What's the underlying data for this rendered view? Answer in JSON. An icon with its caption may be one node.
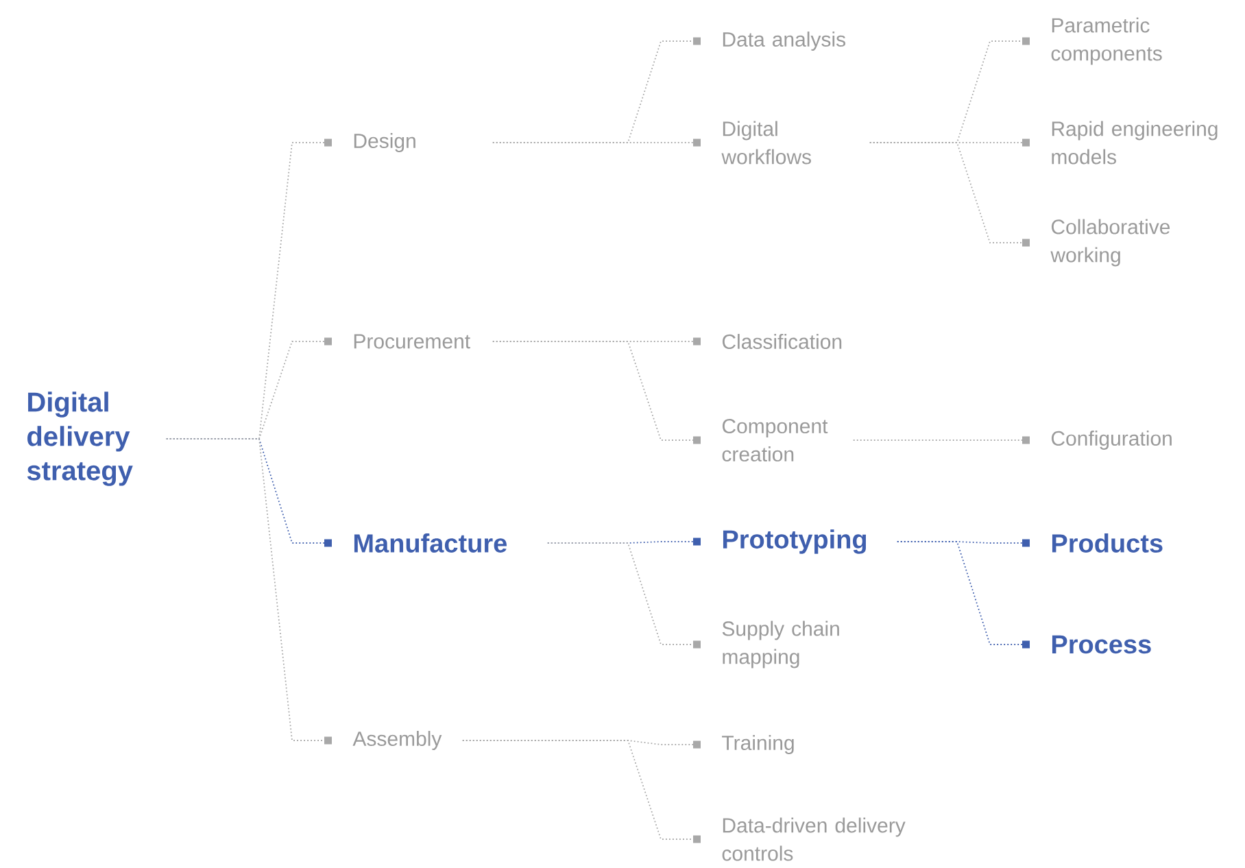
{
  "diagram": {
    "nodes": [
      {
        "text": [
          "Digital delivery strategy"
        ]
      },
      {
        "text": [
          "Design"
        ]
      },
      {
        "text": [
          "Procurement"
        ]
      },
      {
        "text": [
          "Manufacture"
        ]
      },
      {
        "text": [
          "Assembly"
        ]
      },
      {
        "text": [
          "Data analysis"
        ]
      },
      {
        "text": [
          "Digital workflows"
        ]
      },
      {
        "text": [
          "Parametric components"
        ]
      },
      {
        "text": [
          "Rapid engineering models"
        ]
      },
      {
        "text": [
          "Collaborative working"
        ]
      },
      {
        "text": [
          "Classification"
        ]
      },
      {
        "text": [
          "Component creation"
        ]
      },
      {
        "text": [
          "Configuration"
        ]
      },
      {
        "text": [
          "Prototyping"
        ]
      },
      {
        "text": [
          "Products"
        ]
      },
      {
        "text": [
          "Process"
        ]
      },
      {
        "text": [
          "Supply chain mapping"
        ]
      },
      {
        "text": [
          "Training"
        ]
      },
      {
        "text": [
          "Data-driven delivery controls"
        ]
      }
    ],
    "edges": [
      {
        "from": 0,
        "to": 1,
        "arrow": "other"
      },
      {
        "from": 0,
        "to": 2,
        "arrow": "other"
      },
      {
        "from": 0,
        "to": 3,
        "arrow": "other",
        "color": "#3f5fae"
      },
      {
        "from": 0,
        "to": 4,
        "arrow": "other"
      },
      {
        "from": 1,
        "to": 5,
        "arrow": "other"
      },
      {
        "from": 1,
        "to": 6,
        "arrow": "other"
      },
      {
        "from": 6,
        "to": 7,
        "arrow": "other"
      },
      {
        "from": 6,
        "to": 8,
        "arrow": "other"
      },
      {
        "from": 6,
        "to": 9,
        "arrow": "other"
      },
      {
        "from": 2,
        "to": 10,
        "arrow": "other"
      },
      {
        "from": 2,
        "to": 11,
        "arrow": "other"
      },
      {
        "from": 11,
        "to": 12,
        "arrow": "other"
      },
      {
        "from": 3,
        "to": 13,
        "arrow": "other",
        "color": "#3f5fae"
      },
      {
        "from": 3,
        "to": 16,
        "arrow": "other"
      },
      {
        "from": 13,
        "to": 14,
        "arrow": "other",
        "color": "#3f5fae"
      },
      {
        "from": 13,
        "to": 15,
        "arrow": "other",
        "color": "#3f5fae"
      },
      {
        "from": 4,
        "to": 17,
        "arrow": "other"
      },
      {
        "from": 4,
        "to": 18,
        "arrow": "other"
      }
    ]
  }
}
